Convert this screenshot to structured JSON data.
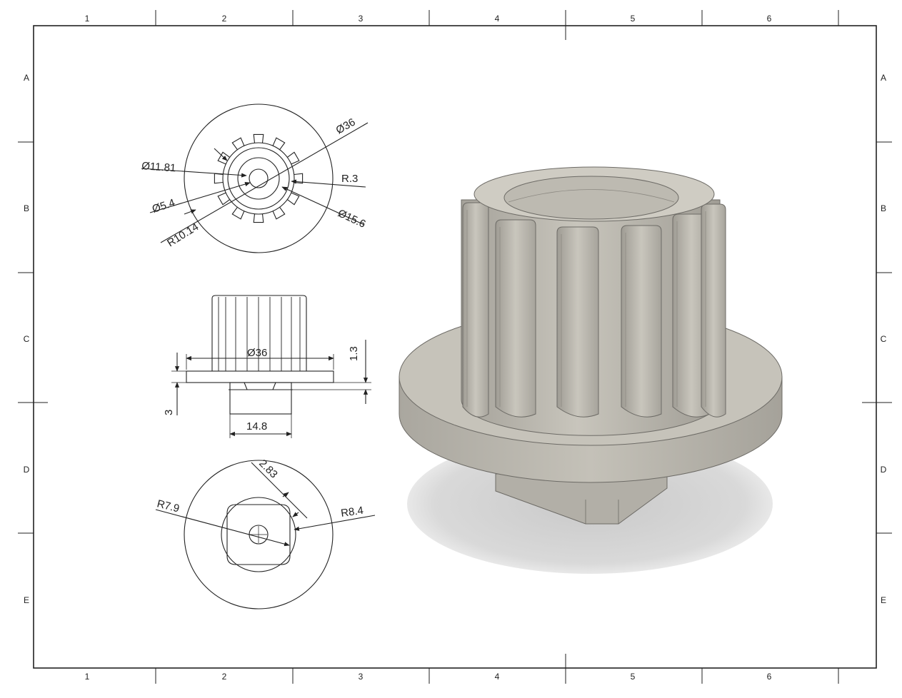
{
  "sheet": {
    "columns": [
      "1",
      "2",
      "3",
      "4",
      "5",
      "6"
    ],
    "rows": [
      "A",
      "B",
      "C",
      "D",
      "E"
    ]
  },
  "top_view": {
    "dims": {
      "d36": "Ø36",
      "d11_81": "Ø11.81",
      "r3": "R.3",
      "d5_4": "Ø5.4",
      "d15_6": "Ø15.6",
      "r10_14": "R10.14"
    }
  },
  "side_view": {
    "dims": {
      "d36": "Ø36",
      "t1_3": "1.3",
      "t3": "3",
      "w14_8": "14.8"
    }
  },
  "bottom_view": {
    "dims": {
      "r7_9": "R7.9",
      "r8_4": "R8.4",
      "c2_83": "2.83"
    }
  },
  "model_view": {
    "colors": {
      "body": "#b9b6ad",
      "shadow": "#d6d6d6",
      "edge": "#6d6b66"
    }
  }
}
